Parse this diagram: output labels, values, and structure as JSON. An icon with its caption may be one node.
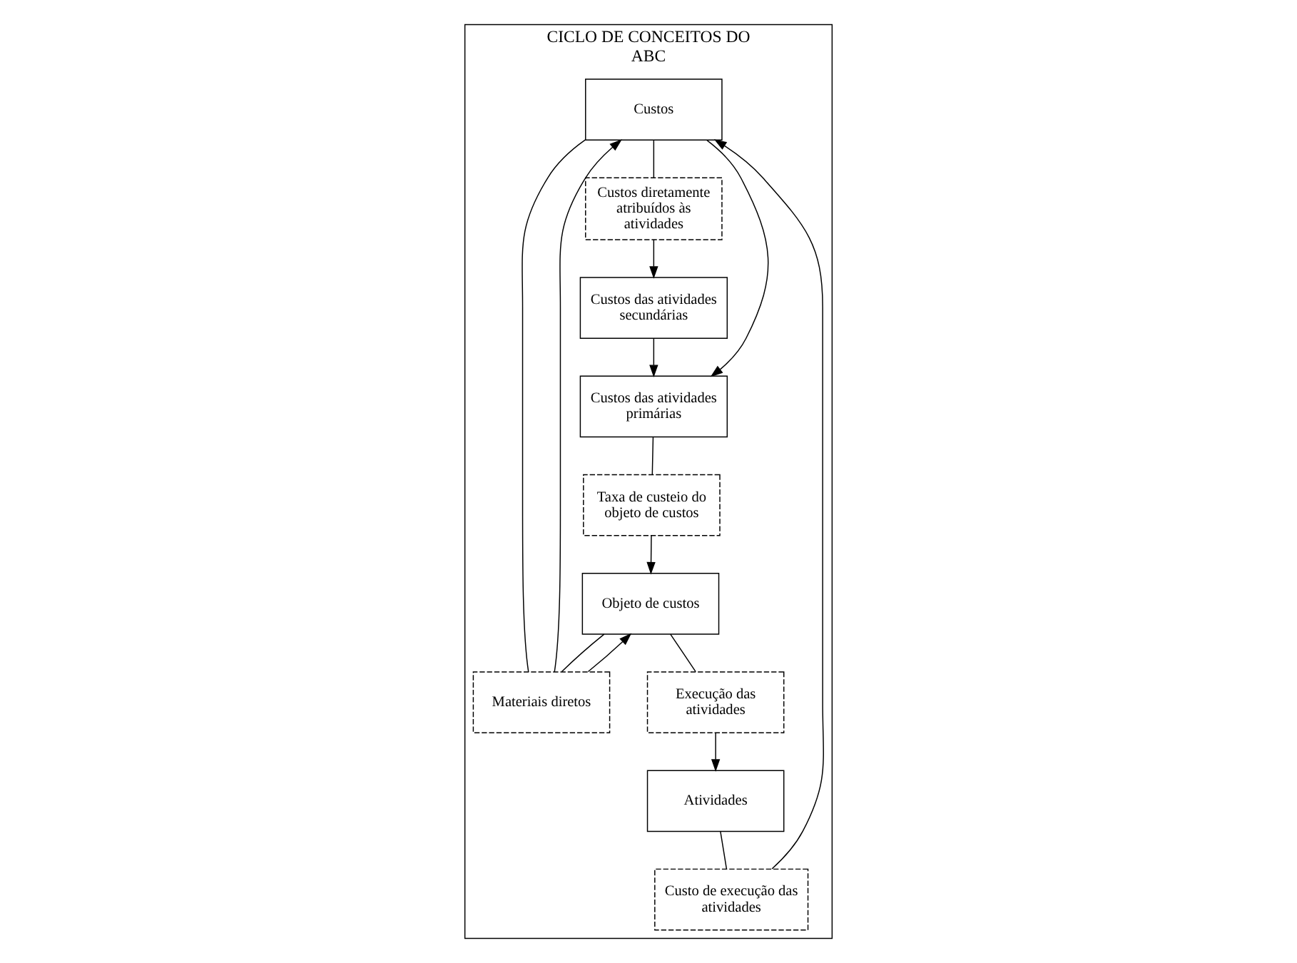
{
  "diagram": {
    "nodes": [
      {
        "text": [
          "CICLO DE CONCEITOS DO ABC"
        ]
      },
      {
        "text": [
          "Custos"
        ],
        "in": 0
      },
      {
        "text": [
          "Custo de execução das atividades"
        ],
        "in": 0
      },
      {
        "text": [
          "Custos diretamente atribuídos às atividades"
        ],
        "in": 0
      },
      {
        "text": [
          "Atividades"
        ],
        "in": 0
      },
      {
        "text": [
          "Materiais diretos"
        ],
        "in": 0
      },
      {
        "text": [
          "Custos das atividades secundárias"
        ],
        "in": 0
      },
      {
        "text": [
          "Custos das atividades primárias"
        ],
        "in": 0
      },
      {
        "text": [
          "Execução das atividades"
        ],
        "in": 0
      },
      {
        "text": [
          "Objeto de custos"
        ],
        "in": 0
      },
      {
        "text": [
          "Taxa de custeio do objeto de custos"
        ],
        "in": 0
      }
    ],
    "edges": [
      {
        "from": 4,
        "to": 2,
        "arrow": "none"
      },
      {
        "from": 2,
        "to": 1,
        "arrow": "to"
      },
      {
        "from": 1,
        "to": 3,
        "arrow": "none"
      },
      {
        "from": 3,
        "to": 6,
        "arrow": "to"
      },
      {
        "from": 6,
        "to": 7,
        "arrow": "to"
      },
      {
        "from": 1,
        "to": 7,
        "arrow": "to"
      },
      {
        "from": 7,
        "to": 10,
        "arrow": "none"
      },
      {
        "from": 10,
        "to": 9,
        "arrow": "to"
      },
      {
        "from": 9,
        "to": 8,
        "arrow": "none"
      },
      {
        "from": 8,
        "to": 4,
        "arrow": "to"
      },
      {
        "from": 9,
        "to": 5,
        "arrow": "none"
      },
      {
        "from": 5,
        "to": 1,
        "arrow": "to"
      },
      {
        "from": 1,
        "to": 5,
        "arrow": "none"
      },
      {
        "from": 5,
        "to": 9,
        "arrow": "to"
      }
    ]
  }
}
